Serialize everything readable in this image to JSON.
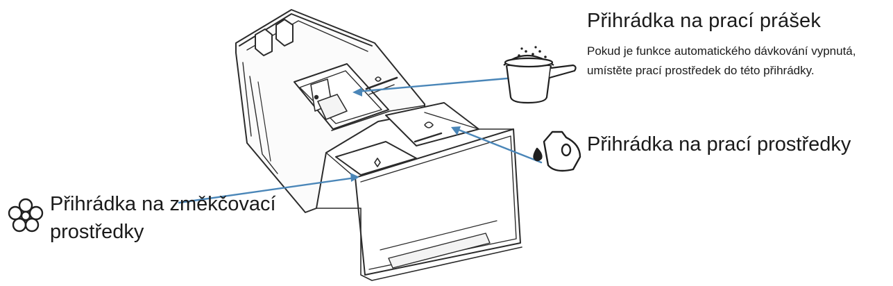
{
  "compartments": {
    "powder": {
      "title": "Přihrádka na prací prášek",
      "description": "Pokud je funkce automatického dávkování vypnutá, umístěte prací prostředek do této přihrádky.",
      "icon": "powder-scoop-icon"
    },
    "detergent": {
      "title": "Přihrádka na prací prostředky",
      "icon": "detergent-bottle-icon"
    },
    "softener": {
      "title": "Přihrádka na změkčovací prostředky",
      "icon": "flower-icon"
    }
  },
  "colors": {
    "arrow": "#4a86b8",
    "line_art": "#2b2b2b",
    "text": "#1a1a1a"
  }
}
